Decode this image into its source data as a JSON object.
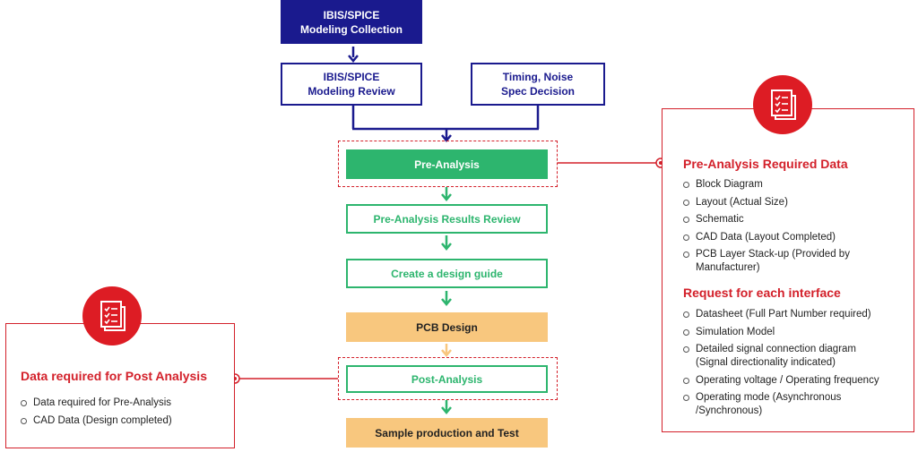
{
  "flow": {
    "modeling_collection": "IBIS/SPICE\nModeling Collection",
    "modeling_review": "IBIS/SPICE\nModeling Review",
    "timing_noise": "Timing, Noise\nSpec Decision",
    "pre_analysis": "Pre-Analysis",
    "pre_analysis_review": "Pre-Analysis Results Review",
    "design_guide": "Create a design guide",
    "pcb_design": "PCB Design",
    "post_analysis": "Post-Analysis",
    "sample_production": "Sample production and Test"
  },
  "right_panel": {
    "icon": "checklist-document-icon",
    "title": "Pre-Analysis Required Data",
    "items": [
      "Block Diagram",
      "Layout (Actual Size)",
      "Schematic",
      "CAD Data (Layout Completed)",
      "PCB Layer Stack-up (Provided by Manufacturer)"
    ],
    "subtitle": "Request for each interface",
    "items2": [
      "Datasheet (Full Part Number required)",
      "Simulation Model",
      "Detailed signal connection diagram (Signal directionality indicated)",
      "Operating voltage / Operating frequency",
      "Operating mode (Asynchronous /Synchronous)"
    ]
  },
  "left_panel": {
    "icon": "checklist-document-icon",
    "title": "Data required for Post Analysis",
    "items": [
      "Data required for Pre-Analysis",
      "CAD Data (Design completed)"
    ]
  },
  "colors": {
    "navy": "#1a1a8e",
    "green": "#2db56e",
    "orange": "#f8c77e",
    "red": "#d3202a"
  }
}
